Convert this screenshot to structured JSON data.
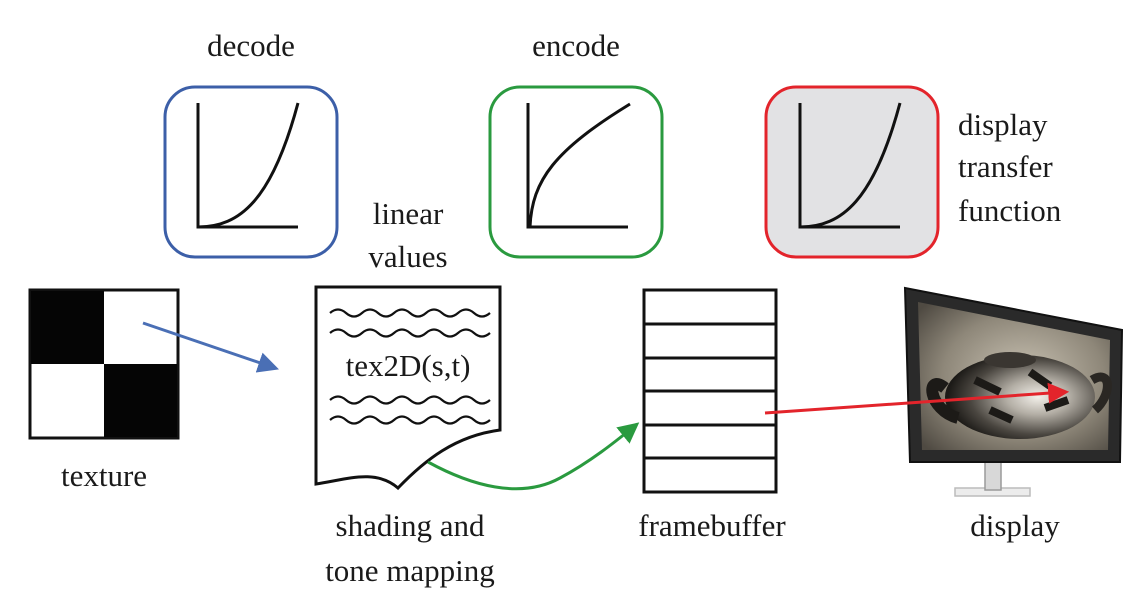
{
  "labels": {
    "decode": "decode",
    "encode": "encode",
    "display_transfer_line1": "display",
    "display_transfer_line2": "transfer",
    "display_transfer_line3": "function",
    "linear_line1": "linear",
    "linear_line2": "values",
    "shader_code": "tex2D(s,t)",
    "texture": "texture",
    "shading_line1": "shading and",
    "shading_line2": "tone mapping",
    "framebuffer": "framebuffer",
    "display": "display"
  },
  "colors": {
    "decode_border": "#3c5fa8",
    "encode_border": "#2a9a3f",
    "display_tf_border": "#e3242b",
    "display_tf_fill": "#e2e2e4",
    "arrow_blue": "#4a6fb5",
    "arrow_green": "#2a9a3f",
    "arrow_red": "#e3242b",
    "ink": "#111111"
  },
  "icons": {
    "texture": "checkerboard-icon",
    "document": "shader-document-icon",
    "framebuffer": "framebuffer-stack-icon",
    "display": "monitor-icon"
  }
}
